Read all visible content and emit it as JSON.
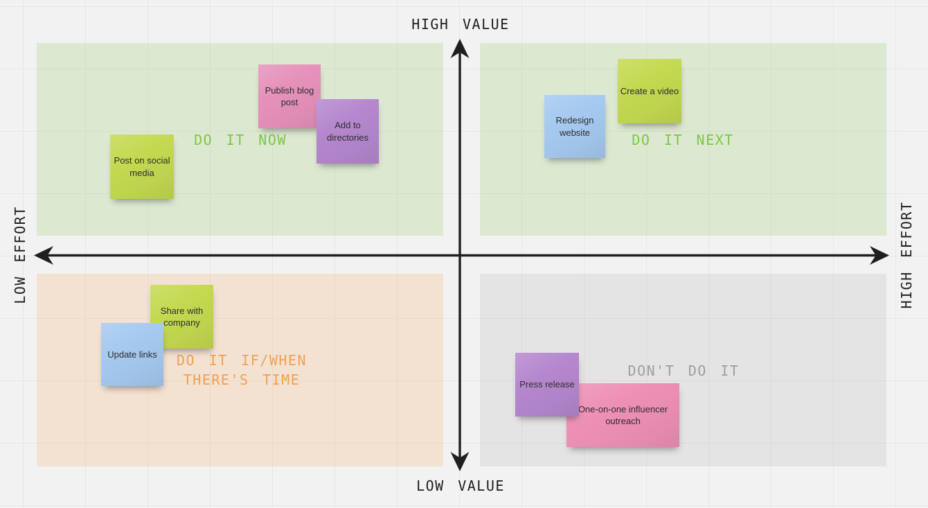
{
  "board": {
    "background": "#f2f2f2",
    "grid_color": "#e7e7e7"
  },
  "axes": {
    "color": "#1f1f1f",
    "top_label": "HIGH VALUE",
    "bottom_label": "LOW VALUE",
    "left_label": "LOW EFFORT",
    "right_label": "HIGH EFFORT"
  },
  "quadrants": [
    {
      "position": "top-left",
      "label": "DO IT NOW",
      "label_color": "#7ac943",
      "fill": "#dfe9d2",
      "notes": [
        {
          "text": "Publish blog post",
          "color": "#e691bb"
        },
        {
          "text": "Add to directories",
          "color": "#b587ce"
        },
        {
          "text": "Post on social media",
          "color": "#c4d950"
        }
      ]
    },
    {
      "position": "top-right",
      "label": "DO IT NEXT",
      "label_color": "#7ac943",
      "fill": "#dfe9d2",
      "notes": [
        {
          "text": "Redesign website",
          "color": "#a5c9f0"
        },
        {
          "text": "Create a video",
          "color": "#c4d950"
        }
      ]
    },
    {
      "position": "bottom-left",
      "label": "DO IT IF/WHEN THERE'S TIME",
      "label_color": "#f2a14f",
      "fill": "#f6e3d1",
      "notes": [
        {
          "text": "Share with company",
          "color": "#c4d950"
        },
        {
          "text": "Update links",
          "color": "#a5c9f0"
        }
      ]
    },
    {
      "position": "bottom-right",
      "label": "DON'T DO IT",
      "label_color": "#9e9e9e",
      "fill": "#e4e4e4",
      "notes": [
        {
          "text": "Press release",
          "color": "#b587ce"
        },
        {
          "text": "One-on-one influencer outreach",
          "color": "#ee90b5"
        }
      ]
    }
  ]
}
